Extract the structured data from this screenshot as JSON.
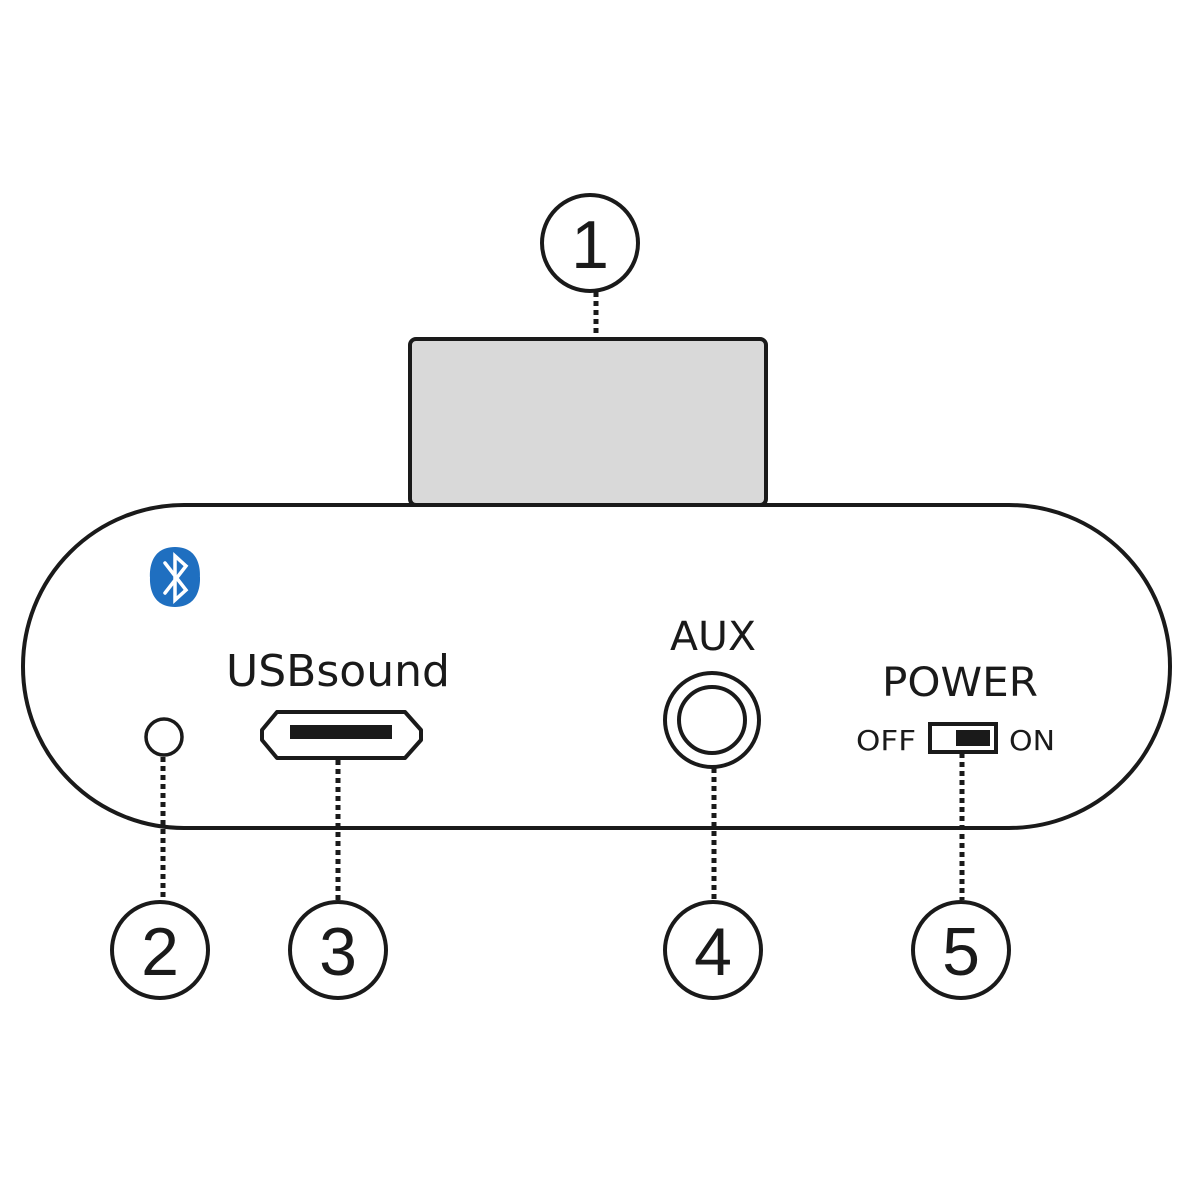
{
  "labels": {
    "usb": "USBsound",
    "aux": "AUX",
    "power": "POWER",
    "off": "OFF",
    "on": "ON"
  },
  "callouts": [
    {
      "id": "1",
      "label": "1",
      "target": "dongle"
    },
    {
      "id": "2",
      "label": "2",
      "target": "indicator-light"
    },
    {
      "id": "3",
      "label": "3",
      "target": "usb-port"
    },
    {
      "id": "4",
      "label": "4",
      "target": "aux-jack"
    },
    {
      "id": "5",
      "label": "5",
      "target": "power-switch"
    }
  ],
  "icons": {
    "bluetooth": "bluetooth-icon"
  },
  "colors": {
    "outline": "#1a1a1a",
    "dongle_fill": "#d9d9d9",
    "bluetooth_blue": "#1f6fc0",
    "background": "#ffffff"
  }
}
